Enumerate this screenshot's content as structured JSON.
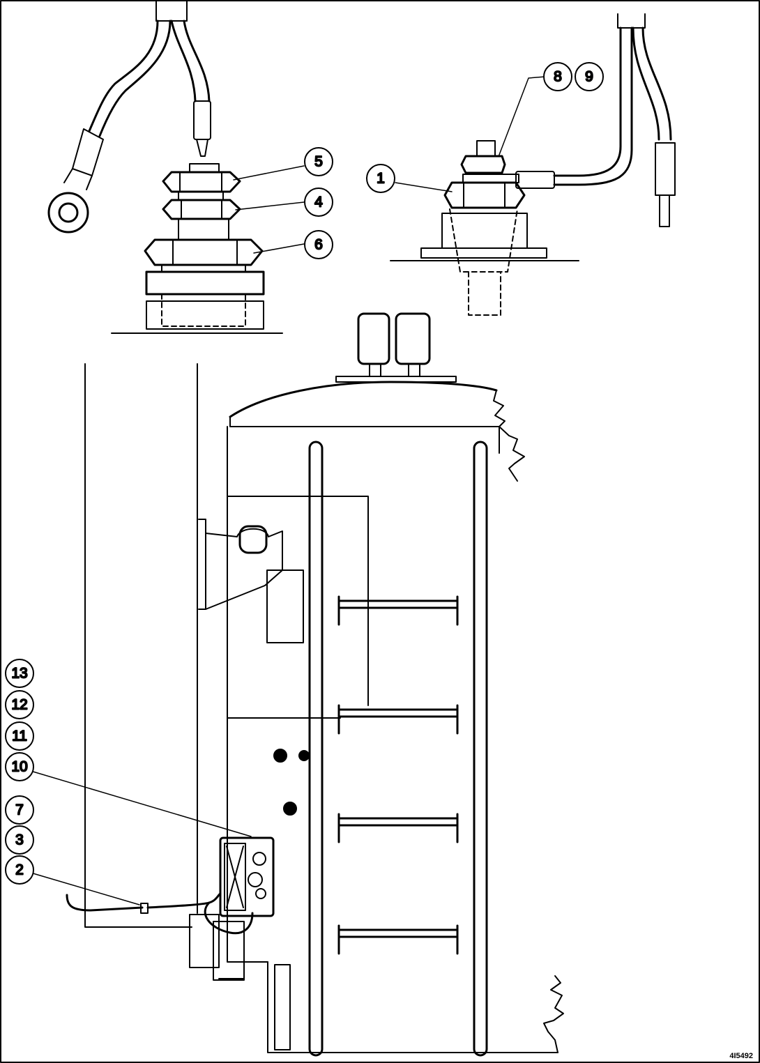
{
  "callouts": {
    "c1": "1",
    "c2": "2",
    "c3": "3",
    "c4": "4",
    "c5": "5",
    "c6": "6",
    "c7": "7",
    "c8": "8",
    "c9": "9",
    "c10": "10",
    "c11": "11",
    "c12": "12",
    "c13": "13"
  },
  "figure_id": "4I5492",
  "colors": {
    "line": "#000000",
    "callout_text": "#1a1acd",
    "background": "#ffffff"
  }
}
